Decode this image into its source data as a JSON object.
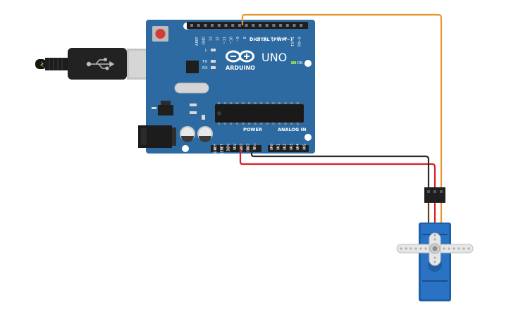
{
  "board": {
    "brand": "ARDUINO",
    "model": "UNO",
    "on_label": "ON",
    "led_labels": [
      "L",
      "TX",
      "RX"
    ],
    "digital_header_label": "DIGITAL (PWM~)",
    "power_header_label": "POWER",
    "analog_header_label": "ANALOG IN",
    "digital_pins": [
      "AREF",
      "GND",
      "13",
      "12",
      "~11",
      "~10",
      "~9",
      "8",
      "7",
      "~6",
      "~5",
      "4",
      "~3",
      "2",
      "TX→1",
      "RX←0"
    ],
    "power_pins": [
      "IOREF",
      "RESET",
      "3.3V",
      "5V",
      "GND",
      "GND",
      "Vin"
    ],
    "analog_pins": [
      "A0",
      "A1",
      "A2",
      "A3",
      "A4",
      "A5"
    ]
  },
  "colors": {
    "board": "#2d6aa1",
    "board_edge": "#245a8b",
    "header": "#1f1f1f",
    "wire_signal": "#e8962a",
    "wire_power": "#d61f26",
    "wire_ground": "#2a2a2a",
    "servo_body": "#2a72c4",
    "servo_horn": "#e6e6e6"
  },
  "icons": {
    "usb": "usb-icon",
    "logo": "arduino-infinity-logo"
  }
}
